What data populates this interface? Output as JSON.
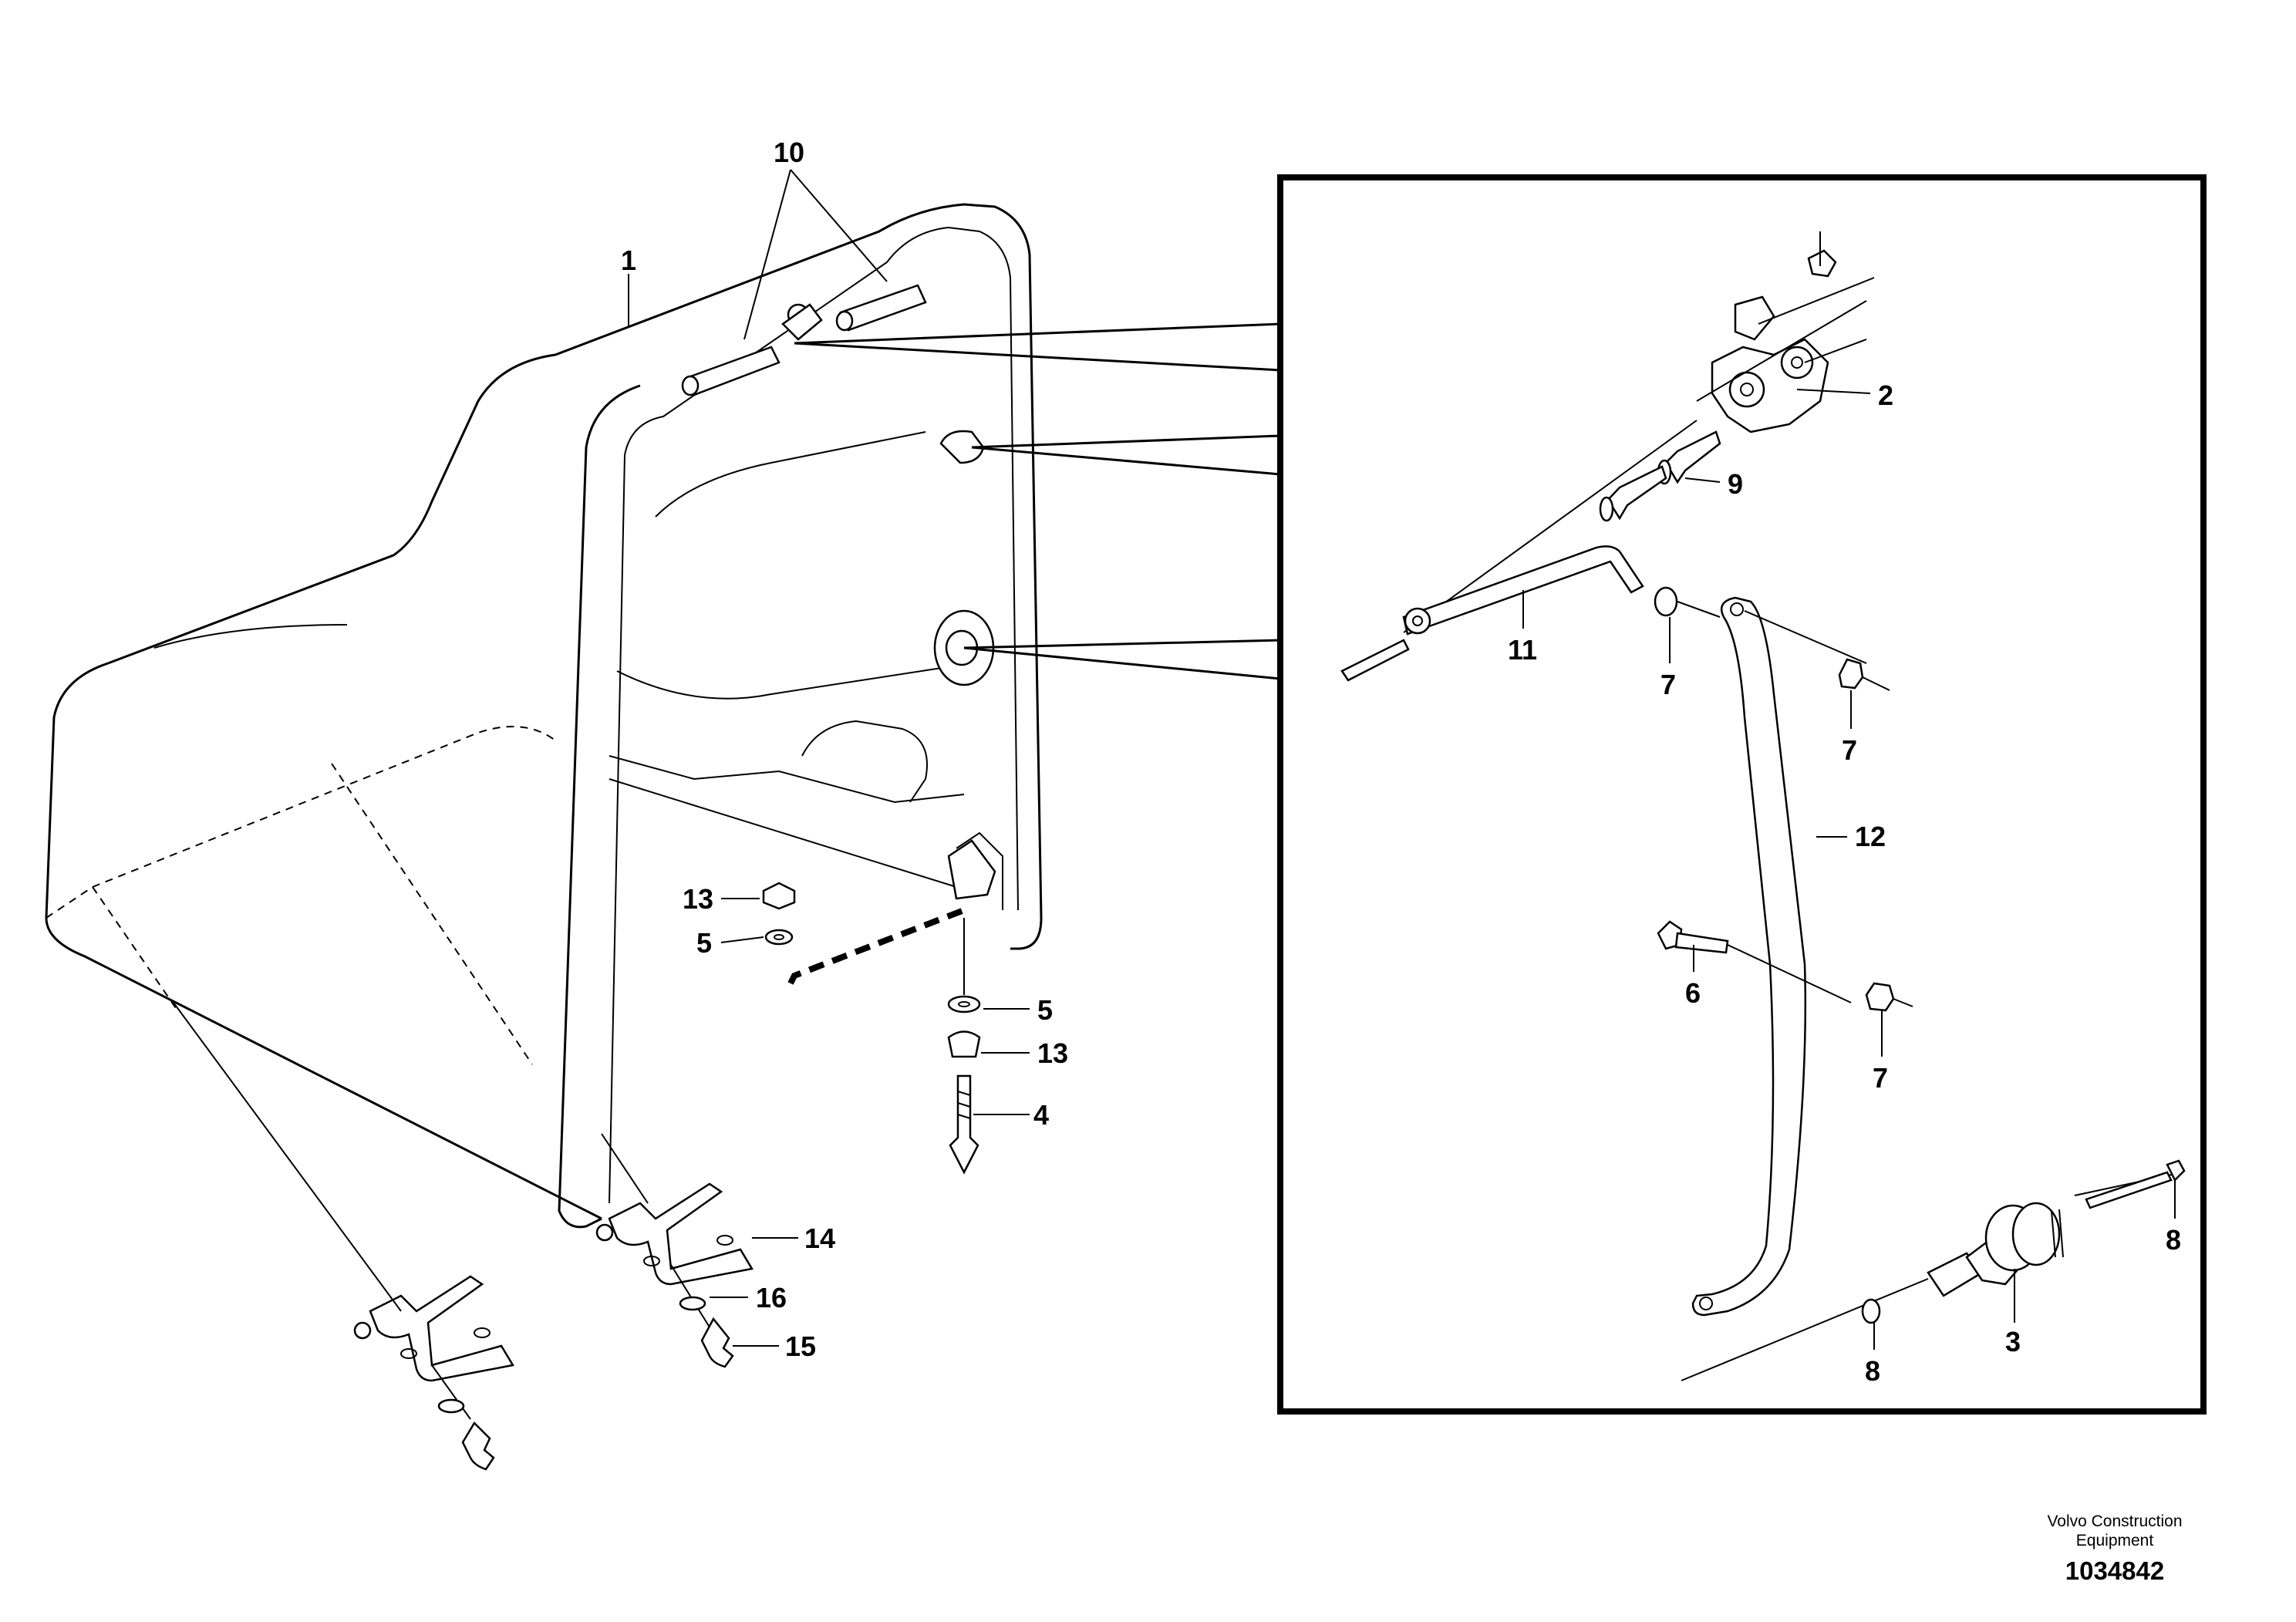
{
  "callouts": {
    "c1": "1",
    "c2": "2",
    "c3": "3",
    "c4": "4",
    "c5a": "5",
    "c5b": "5",
    "c6": "6",
    "c7a": "7",
    "c7b": "7",
    "c7c": "7",
    "c8a": "8",
    "c8b": "8",
    "c9": "9",
    "c10": "10",
    "c11": "11",
    "c12": "12",
    "c13a": "13",
    "c13b": "13",
    "c14": "14",
    "c15": "15",
    "c16": "16"
  },
  "footer": {
    "brand_line1": "Volvo Construction",
    "brand_line2": "Equipment",
    "doc_number": "1034842"
  }
}
